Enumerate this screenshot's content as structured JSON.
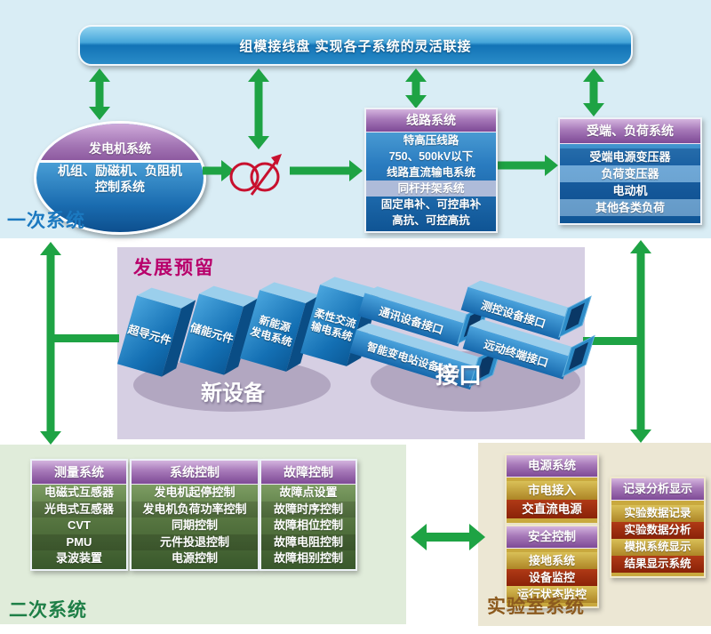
{
  "colors": {
    "arrow_green": "#1ea344",
    "transformer_red": "#c8102e",
    "primary_label_blue": "#1b79c0",
    "secondary_label_green": "#1e7f47",
    "lab_label_brown": "#8c5a1e",
    "reserve_title_magenta": "#b8006b"
  },
  "bus_bar": {
    "label": "组模接线盘  实现各子系统的灵活联接"
  },
  "primary": {
    "section_label": "一次系统",
    "generator": {
      "title": "发电机系统",
      "lines": [
        "机组、励磁机、负阻机",
        "控制系统"
      ]
    },
    "line_system": {
      "title": "线路系统",
      "rows": [
        "特高压线路",
        "750、500kV以下",
        "线路直流输电系统",
        "同杆并架系统",
        "固定串补、可控串补",
        "高抗、可控高抗"
      ]
    },
    "load_system": {
      "title": "受端、负荷系统",
      "rows": [
        "受端电源变压器",
        "负荷变压器",
        "电动机",
        "其他各类负荷"
      ]
    }
  },
  "reserve": {
    "title": "发展预留",
    "new_devices": {
      "caption": "新设备",
      "items": [
        [
          "超导元件"
        ],
        [
          "储能元件"
        ],
        [
          "新能源",
          "发电系统"
        ],
        [
          "柔性交流",
          "输电系统"
        ]
      ]
    },
    "interfaces": {
      "caption": "接口",
      "items": [
        "通讯设备接口",
        "智能变电站设备接口",
        "测控设备接口",
        "远动终端接口"
      ]
    }
  },
  "secondary": {
    "section_label": "二次系统",
    "measurement": {
      "title": "测量系统",
      "rows": [
        "电磁式互感器",
        "光电式互感器",
        "CVT",
        "PMU",
        "录波装置"
      ]
    },
    "system_control": {
      "title": "系统控制",
      "rows": [
        "发电机起停控制",
        "发电机负荷功率控制",
        "同期控制",
        "元件投退控制",
        "电源控制"
      ]
    },
    "fault_control": {
      "title": "故障控制",
      "rows": [
        "故障点设置",
        "故障时序控制",
        "故障相位控制",
        "故障电阻控制",
        "故障相别控制"
      ]
    }
  },
  "lab": {
    "section_label": "实验室系统",
    "power_system": {
      "title": "电源系统",
      "rows": [
        "市电接入",
        "交直流电源"
      ]
    },
    "safety_control": {
      "title": "安全控制",
      "rows": [
        "接地系统",
        "设备监控",
        "运行状态监控"
      ]
    },
    "record_display": {
      "title": "记录分析显示",
      "rows": [
        "实验数据记录",
        "实验数据分析",
        "模拟系统显示",
        "结果显示系统"
      ]
    }
  }
}
